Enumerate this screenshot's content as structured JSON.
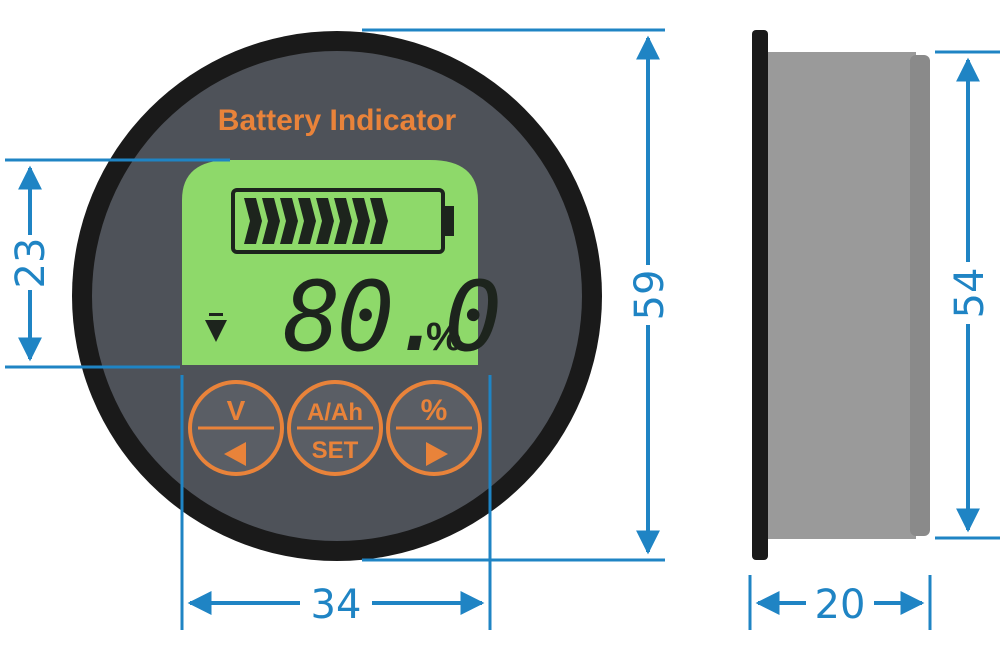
{
  "device": {
    "title": "Battery Indicator",
    "reading": "80.0",
    "unit": "%",
    "battery_level": 0.8,
    "battery_segments_total": 10,
    "buttons": [
      {
        "top": "V",
        "bottom_icon": "left-triangle-icon"
      },
      {
        "top": "A/Ah",
        "bottom": "SET"
      },
      {
        "top": "%",
        "bottom_icon": "right-triangle-icon"
      }
    ]
  },
  "dimensions": {
    "lcd_height": "23",
    "overall_diameter": "59",
    "panel_width": "34",
    "depth": "20",
    "body_height": "54"
  },
  "colors": {
    "dimension_blue": "#1f84c4",
    "accent_orange": "#e9833a",
    "lcd_green": "#8ed96a",
    "bezel": "#1a1a1a",
    "face": "#4e5259"
  }
}
